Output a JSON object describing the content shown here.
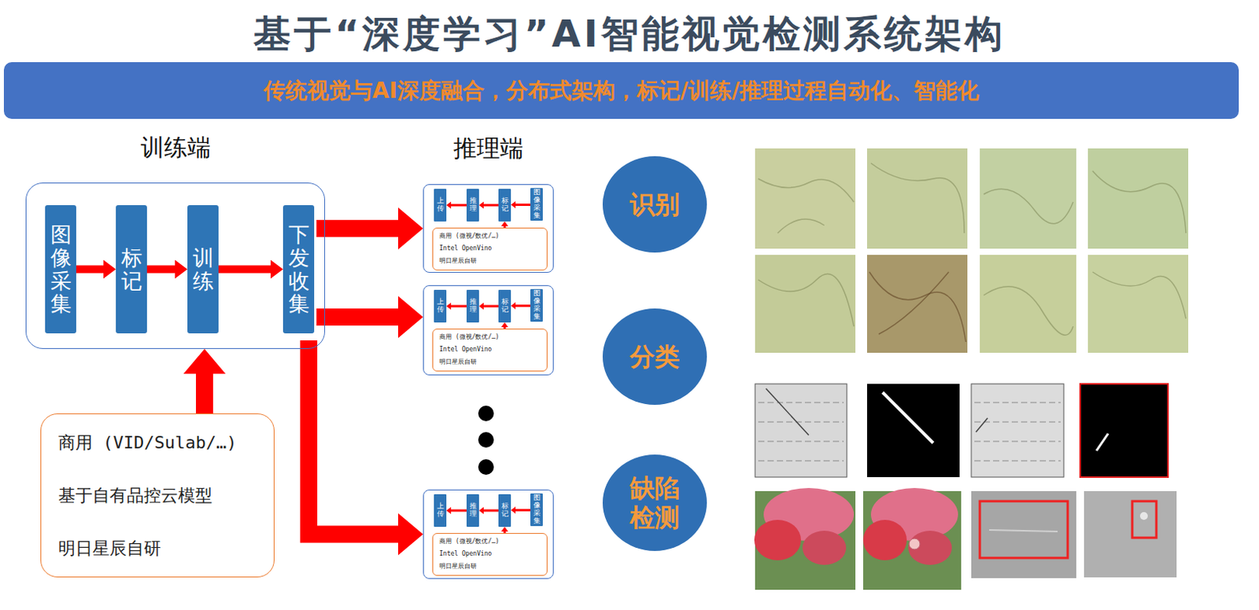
{
  "diagram": {
    "title": "基于“深度学习”AI智能视觉检测系统架构",
    "nodes": [
      {
        "text": [
          "传统视觉与AI深度融合，分布式架构，标记/训练/推理过程自动化、智能化"
        ]
      },
      {
        "text": [
          "训练端"
        ]
      },
      {
        "text": [
          "图像采集"
        ],
        "in": 1
      },
      {
        "text": [
          "标记"
        ],
        "in": 1
      },
      {
        "text": [
          "训练"
        ],
        "in": 1
      },
      {
        "text": [
          "下发收集"
        ],
        "in": 1
      },
      {
        "text": [
          "商用 (VID/Sulab/…)",
          "基于自有品控云模型",
          "明日星辰自研"
        ]
      },
      {
        "text": [
          "推理端"
        ]
      },
      {
        "text": [
          "上传"
        ],
        "in": 7
      },
      {
        "text": [
          "推理"
        ],
        "in": 7
      },
      {
        "text": [
          "标记"
        ],
        "in": 7
      },
      {
        "text": [
          "图像采集"
        ],
        "in": 7
      },
      {
        "text": [
          "商用 (微视/数优/…)",
          "Intel OpenVino",
          "明日星辰自研"
        ],
        "in": 7
      },
      {
        "text": []
      },
      {
        "text": [
          "上传"
        ],
        "in": 13
      },
      {
        "text": [
          "推理"
        ],
        "in": 13
      },
      {
        "text": [
          "标记"
        ],
        "in": 13
      },
      {
        "text": [
          "图像采集"
        ],
        "in": 13
      },
      {
        "text": [
          "商用 (微视/数优/…)",
          "Intel OpenVino",
          "明日星辰自研"
        ],
        "in": 13
      },
      {
        "text": []
      },
      {
        "text": [
          "上传"
        ],
        "in": 19
      },
      {
        "text": [
          "推理"
        ],
        "in": 19
      },
      {
        "text": [
          "标记"
        ],
        "in": 19
      },
      {
        "text": [
          "图像采集"
        ],
        "in": 19
      },
      {
        "text": [
          "商用 (微视/数优/…)",
          "Intel OpenVino",
          "明日星辰自研"
        ],
        "in": 19
      },
      {
        "text": [
          "识别"
        ]
      },
      {
        "text": [
          "分类"
        ]
      },
      {
        "text": [
          "缺陷检测"
        ]
      }
    ],
    "edges": [
      {
        "from": 2,
        "to": 3,
        "arrow": "to"
      },
      {
        "from": 3,
        "to": 4,
        "arrow": "to"
      },
      {
        "from": 4,
        "to": 5,
        "arrow": "to"
      },
      {
        "from": 6,
        "to": 1,
        "arrow": "to"
      },
      {
        "from": 1,
        "to": 7,
        "arrow": "to"
      },
      {
        "from": 1,
        "to": 13,
        "arrow": "to"
      },
      {
        "from": 1,
        "to": 19,
        "arrow": "to"
      },
      {
        "from": 11,
        "to": 10,
        "arrow": "to"
      },
      {
        "from": 10,
        "to": 9,
        "arrow": "to"
      },
      {
        "from": 9,
        "to": 8,
        "arrow": "to"
      },
      {
        "from": 12,
        "to": 10,
        "arrow": "to"
      },
      {
        "from": 17,
        "to": 16,
        "arrow": "to"
      },
      {
        "from": 16,
        "to": 15,
        "arrow": "to"
      },
      {
        "from": 15,
        "to": 14,
        "arrow": "to"
      },
      {
        "from": 18,
        "to": 16,
        "arrow": "to"
      },
      {
        "from": 23,
        "to": 22,
        "arrow": "to"
      },
      {
        "from": 22,
        "to": 21,
        "arrow": "to"
      },
      {
        "from": 21,
        "to": 20,
        "arrow": "to"
      },
      {
        "from": 24,
        "to": 22,
        "arrow": "to"
      }
    ]
  }
}
